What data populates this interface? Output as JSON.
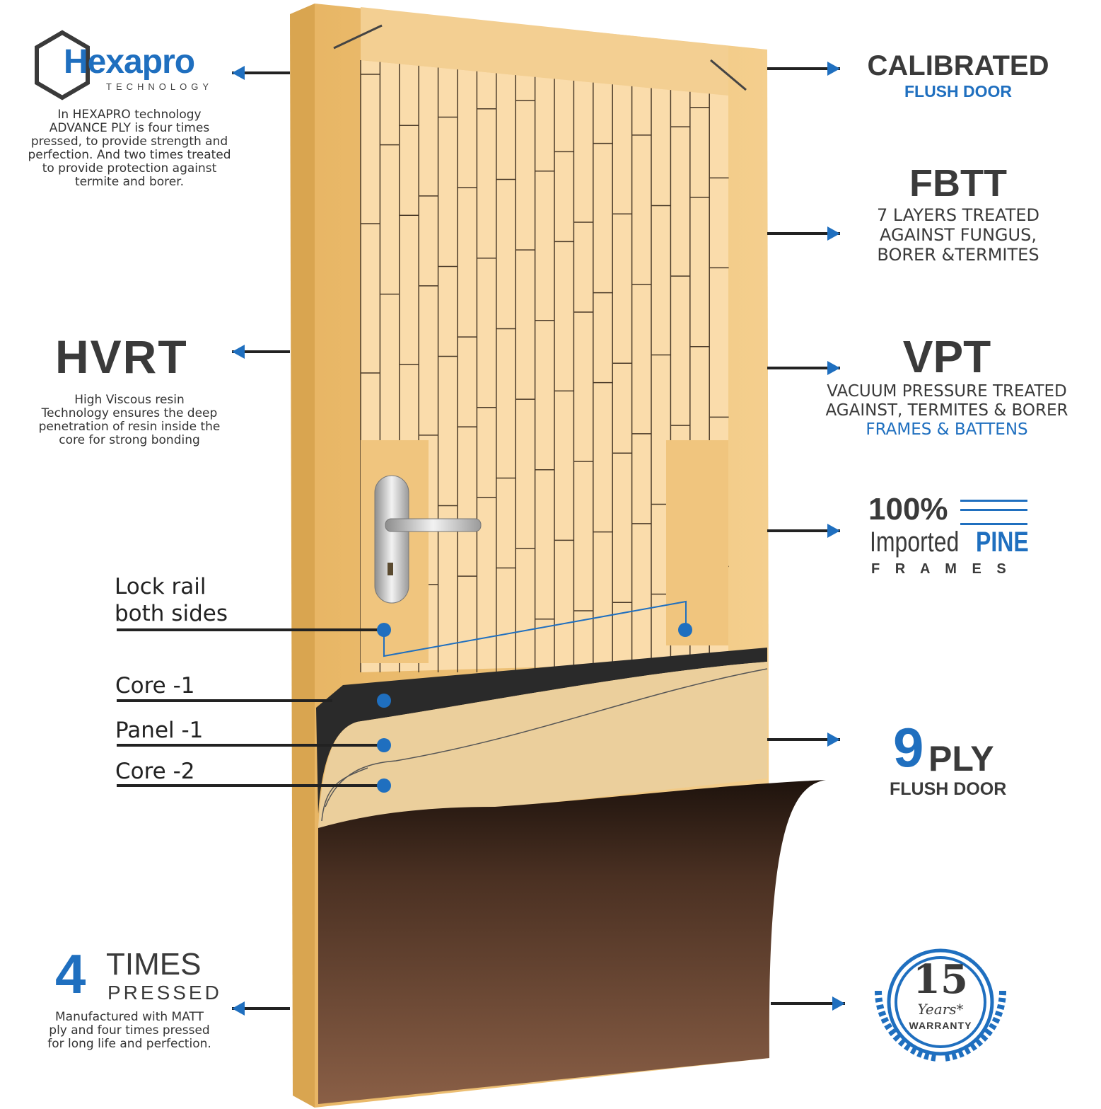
{
  "left": {
    "hexapro": {
      "logo_main": "Hexapro",
      "logo_sub": "TECHNOLOGY",
      "description": [
        "In HEXAPRO technology",
        "ADVANCE PLY is four times",
        "pressed, to provide strength and",
        "perfection. And two times treated",
        "to provide protection against",
        "termite and borer."
      ]
    },
    "hvrt": {
      "logo": "HVRT",
      "description": [
        "High Viscous resin",
        "Technology ensures the deep",
        "penetration of resin inside the",
        "core for strong bonding"
      ]
    },
    "times_pressed": {
      "number": "4",
      "line1": "TIMES",
      "line2": "PRESSED",
      "description": [
        "Manufactured with MATT",
        "ply and  four times pressed",
        "for long life and perfection."
      ]
    }
  },
  "callouts": {
    "lock_rail": [
      "Lock rail",
      "both sides"
    ],
    "core1": "Core  -1",
    "panel1": "Panel -1",
    "core2": "Core  -2"
  },
  "right": {
    "calibrated": {
      "title": "CALIBRATED",
      "subtitle": "FLUSH DOOR"
    },
    "fbtt": {
      "logo": "FBTT",
      "description": [
        "7 LAYERS TREATED",
        "AGAINST FUNGUS,",
        "BORER &TERMITES"
      ]
    },
    "vpt": {
      "logo": "VPT",
      "line1": "VACUUM PRESSURE TREATED",
      "line2": "AGAINST, TERMITES & BORER",
      "line3": "FRAMES & BATTENS"
    },
    "pine": {
      "percent": "100%",
      "imported": "Imported",
      "pine": "PINE",
      "frames": "F R A M E S"
    },
    "ply": {
      "number": "9",
      "word": "PLY",
      "subtitle": "FLUSH DOOR"
    },
    "warranty": {
      "number": "15",
      "years": "Years*",
      "label": "WARRANTY"
    }
  },
  "colors": {
    "accent": "#1f6fbf",
    "text": "#3a3a3a",
    "wood": "#f0c57e",
    "core": "#fadcab",
    "veneer": "#5a3a28"
  }
}
